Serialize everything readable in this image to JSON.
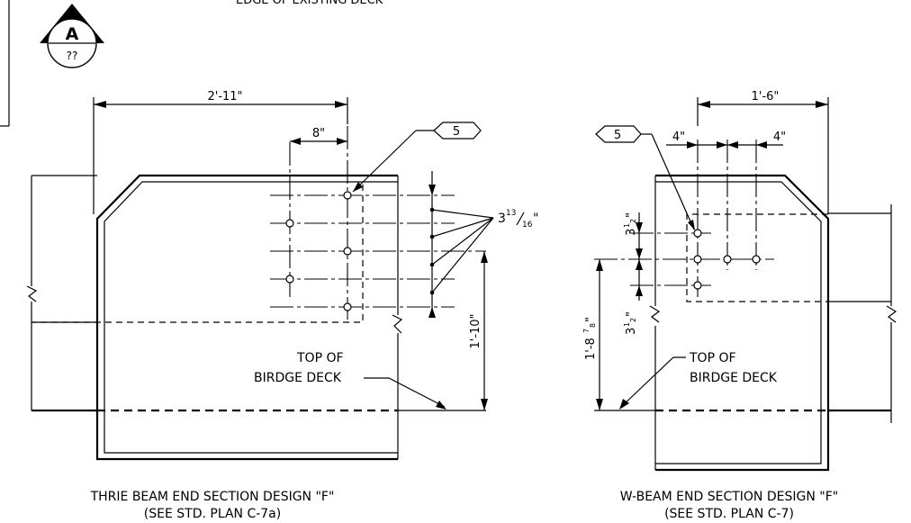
{
  "header": {
    "partial_note": "EDGE OF EXISTING DECK",
    "section_letter": "A",
    "section_ref": "??"
  },
  "left_detail": {
    "dim_width": "2'-11\"",
    "dim_spacing": "8\"",
    "dim_hole_spacing_whole": "3",
    "dim_hole_spacing_num": "13",
    "dim_hole_spacing_den": "16",
    "dim_vertical": "1'-10\"",
    "callout_number": "5",
    "deck_label_line1": "TOP OF",
    "deck_label_line2": "BIRDGE DECK",
    "caption_line1": "THRIE BEAM END SECTION DESIGN \"F\"",
    "caption_line2": "(SEE STD. PLAN C-7a)"
  },
  "right_detail": {
    "dim_width": "1'-6\"",
    "dim_spacing_left": "4\"",
    "dim_spacing_right": "4\"",
    "dim_upper_whole": "3",
    "dim_upper_num": "1",
    "dim_upper_den": "2",
    "dim_lower_whole": "3",
    "dim_lower_num": "1",
    "dim_lower_den": "2",
    "dim_vertical_whole": "1'-8",
    "dim_vertical_num": "7",
    "dim_vertical_den": "8",
    "callout_number": "5",
    "deck_label_line1": "TOP OF",
    "deck_label_line2": "BIRDGE DECK",
    "caption_line1": "W-BEAM END SECTION DESIGN \"F\"",
    "caption_line2": "(SEE STD. PLAN C-7)"
  }
}
